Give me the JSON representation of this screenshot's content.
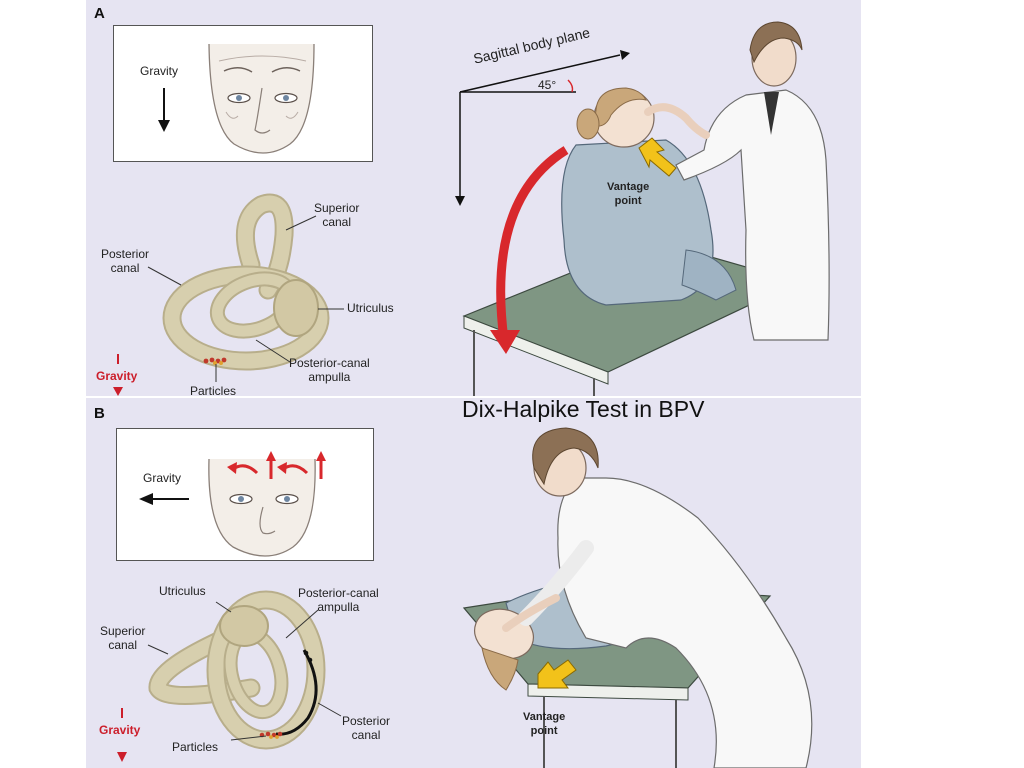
{
  "caption": "Dix-Halpike Test in BPV",
  "panel_a": {
    "letter": "A",
    "inset_gravity": "Gravity",
    "labels": {
      "superior_canal": "Superior\ncanal",
      "posterior_canal": "Posterior\ncanal",
      "utriculus": "Utriculus",
      "posterior_canal_ampulla": "Posterior-canal\nampulla",
      "particles": "Particles",
      "gravity_red": "Gravity"
    },
    "sagittal_plane": "Sagittal body plane",
    "angle": "45°",
    "vantage": "Vantage\npoint"
  },
  "panel_b": {
    "letter": "B",
    "inset_gravity": "Gravity",
    "labels": {
      "utriculus": "Utriculus",
      "posterior_canal_ampulla": "Posterior-canal\nampulla",
      "superior_canal": "Superior\ncanal",
      "posterior_canal": "Posterior\ncanal",
      "particles": "Particles",
      "gravity_red": "Gravity"
    },
    "vantage": "Vantage\npoint"
  },
  "colors": {
    "panel_bg": "#e6e4f2",
    "canal": "#d7cfae",
    "particles": "#c0392b",
    "red_arrow": "#d8282c",
    "yellow_arrow": "#f2c21a",
    "coat": "#f8f8f8",
    "gown": "#aebfcc",
    "table": "#7f9683"
  }
}
